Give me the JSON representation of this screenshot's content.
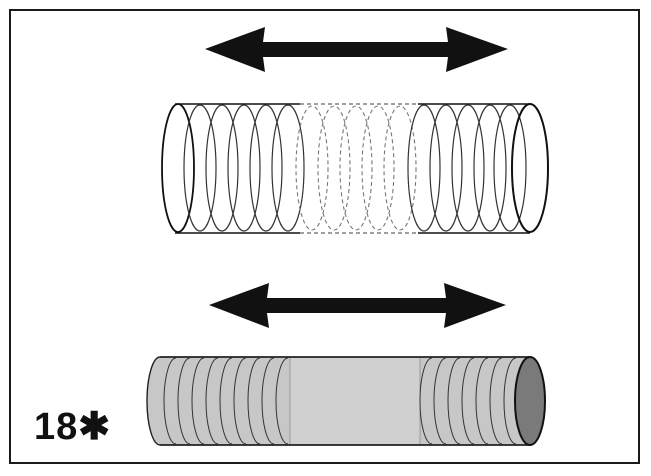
{
  "figure": {
    "label": "18✱",
    "arrow_top_icon": "double-headed-arrow",
    "arrow_bottom_icon": "double-headed-arrow",
    "hose_top_icon": "flexible-hose-outline",
    "hose_bottom_icon": "flexible-hose-shaded",
    "colors": {
      "ink": "#111111",
      "hose_fill": "#c7c7c7",
      "hose_end_fill": "#7a7a7a",
      "dashed": "#777777"
    }
  }
}
